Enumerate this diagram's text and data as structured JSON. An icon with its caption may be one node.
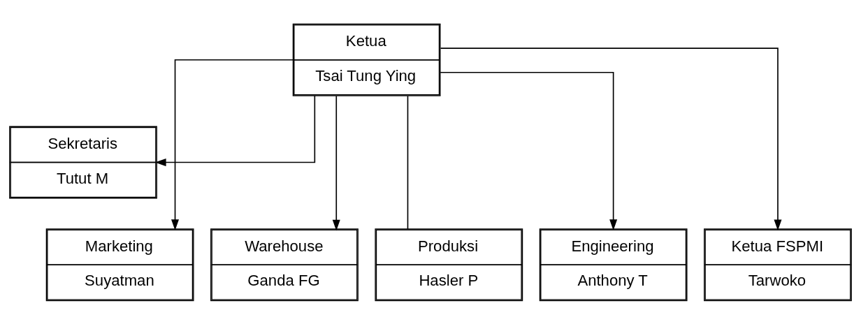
{
  "diagram": {
    "nodes": [
      {
        "text": [
          "Ketua",
          "Tsai Tung Ying"
        ]
      },
      {
        "text": [
          "Sekretaris",
          "Tutut M"
        ]
      },
      {
        "text": [
          "Marketing",
          "Suyatman"
        ]
      },
      {
        "text": [
          "Warehouse",
          "Ganda FG"
        ]
      },
      {
        "text": [
          "Produksi",
          "Hasler P"
        ]
      },
      {
        "text": [
          "Engineering",
          "Anthony T"
        ]
      },
      {
        "text": [
          "Ketua FSPMI",
          "Tarwoko"
        ]
      }
    ],
    "edges": [
      {
        "from": 0,
        "to": 1,
        "arrow": "to"
      },
      {
        "from": 0,
        "to": 2,
        "arrow": "to"
      },
      {
        "from": 0,
        "to": 3,
        "arrow": "to"
      },
      {
        "from": 0,
        "to": 4,
        "arrow": "none"
      },
      {
        "from": 0,
        "to": 5,
        "arrow": "to"
      },
      {
        "from": 0,
        "to": 6,
        "arrow": "to"
      }
    ]
  }
}
